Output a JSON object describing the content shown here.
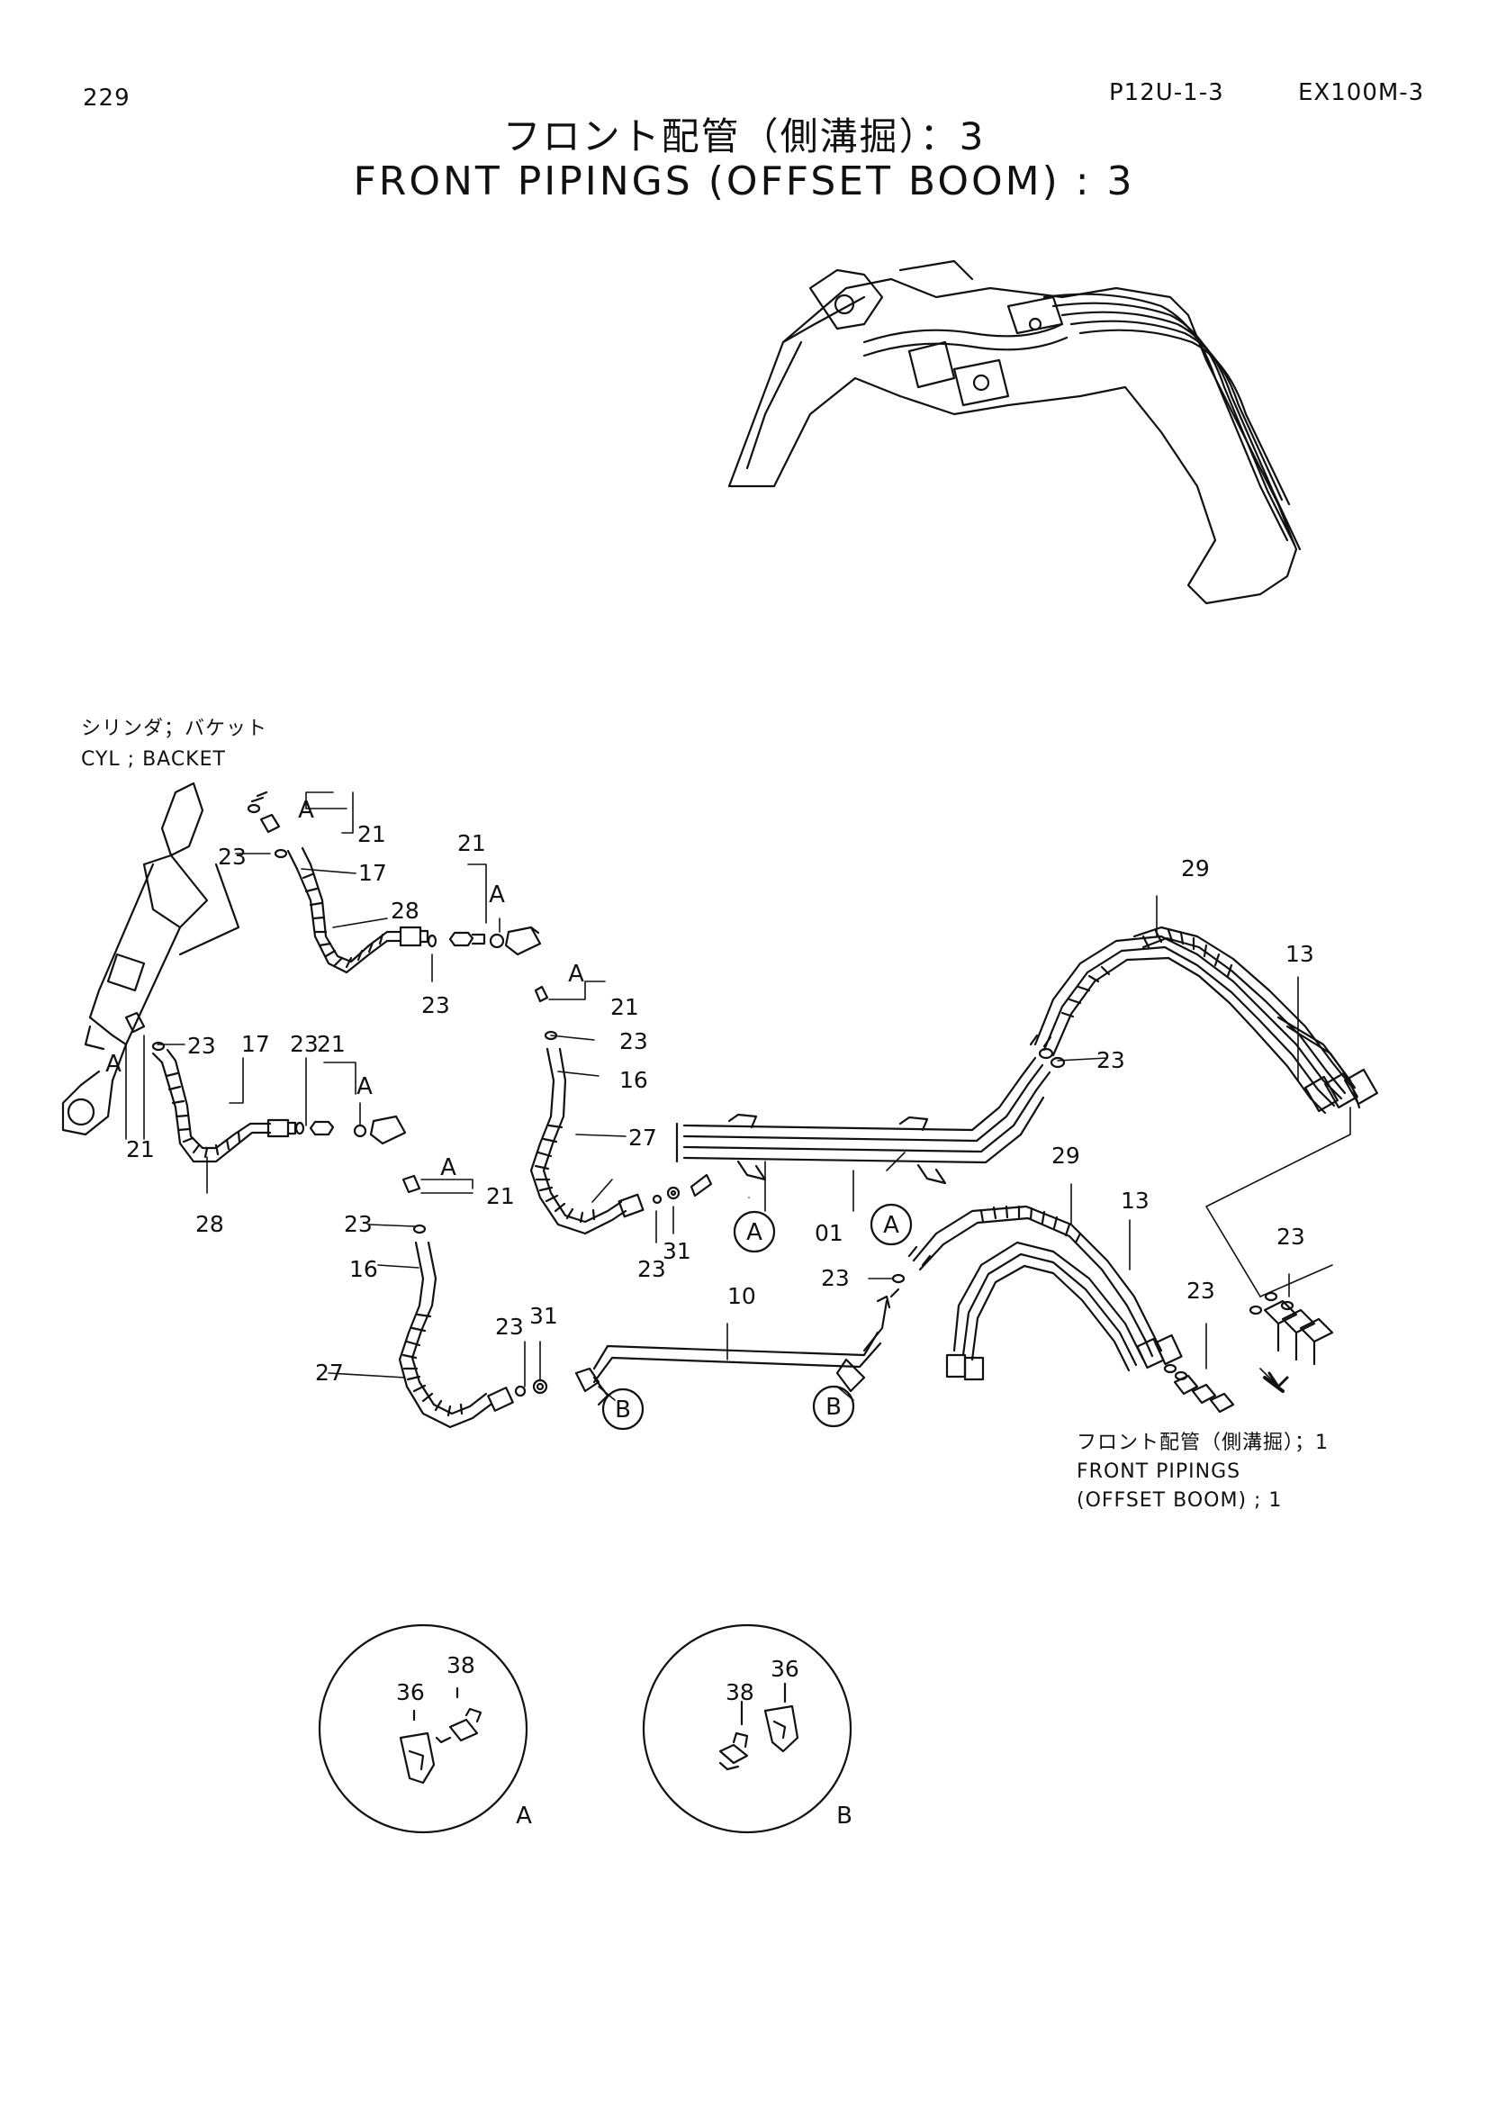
{
  "header": {
    "page_number": "229",
    "code_left": "P12U-1-3",
    "code_right": "EX100M-3"
  },
  "title": {
    "jp": "フロント配管（側溝掘）：3",
    "en": "FRONT PIPINGS (OFFSET BOOM) : 3"
  },
  "labels": {
    "cylinder_jp": "シリンダ；バケット",
    "cylinder_en": "CYL ; BACKET",
    "ref_jp": "フロント配管（側溝掘）；1",
    "ref_en1": "FRONT PIPINGS",
    "ref_en2": "(OFFSET BOOM) ; 1"
  },
  "part_numbers": {
    "p01": "01",
    "p10": "10",
    "p13": "13",
    "p16": "16",
    "p17": "17",
    "p21": "21",
    "p23": "23",
    "p27": "27",
    "p28": "28",
    "p29": "29",
    "p31": "31",
    "p36": "36",
    "p38": "38"
  },
  "callouts": {
    "a": "A",
    "b": "B"
  },
  "colors": {
    "ink": "#111111",
    "paper": "#ffffff"
  }
}
